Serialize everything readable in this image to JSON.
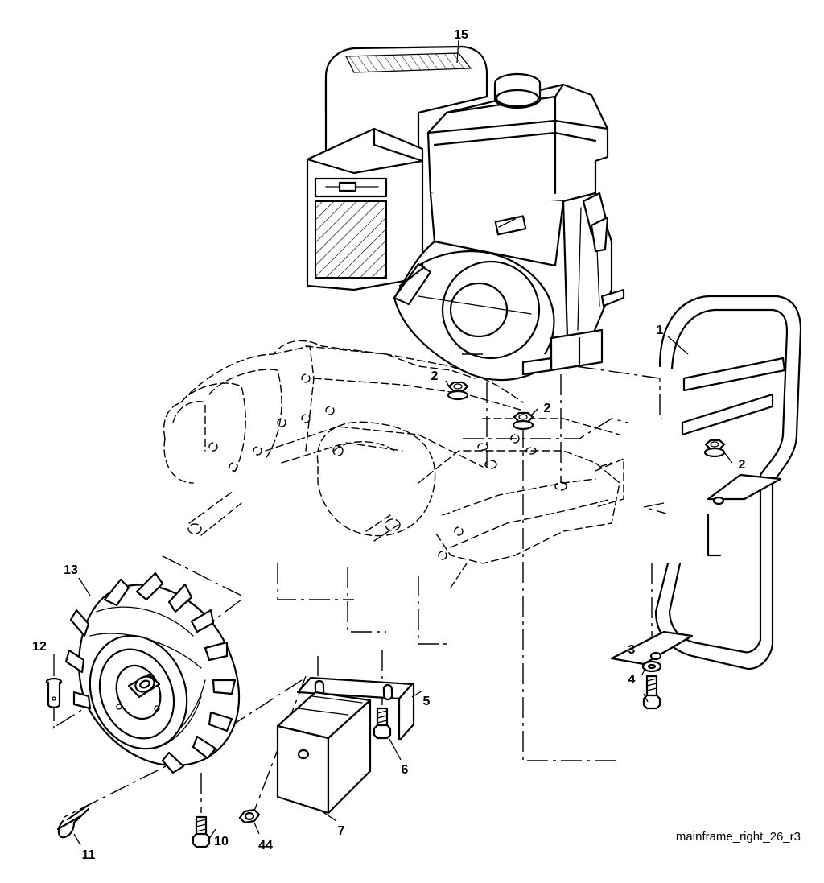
{
  "diagram": {
    "callouts": {
      "c15": "15",
      "c1": "1",
      "c2a": "2",
      "c2b": "2",
      "c2c": "2",
      "c3": "3",
      "c4": "4",
      "c5": "5",
      "c6": "6",
      "c7": "7",
      "c10": "10",
      "c11": "11",
      "c12": "12",
      "c13": "13",
      "c44": "44"
    },
    "caption": "mainframe_right_26_r3"
  }
}
